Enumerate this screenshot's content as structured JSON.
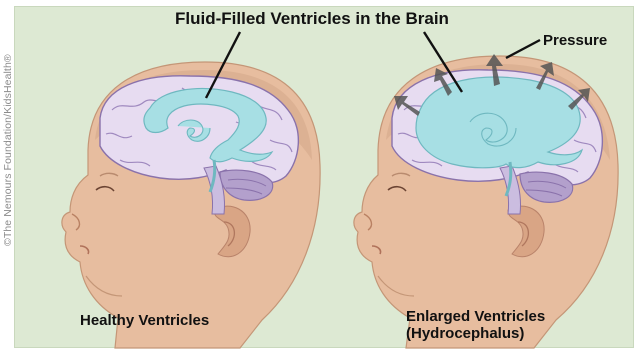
{
  "title": "Fluid-Filled Ventricles in the Brain",
  "pressure_label": "Pressure",
  "left_caption": "Healthy Ventricles",
  "right_caption_line1": "Enlarged Ventricles",
  "right_caption_line2": "(Hydrocephalus)",
  "credit": "©The Nemours Foundation/KidsHealth®",
  "colors": {
    "background": "#dde9d3",
    "skin": "#e7bd9f",
    "skin_shadow": "#d6a383",
    "scalp": "#d3a789",
    "brain": "#e7dcf1",
    "brain_outline": "#8a72ab",
    "ventricle": "#a7dfe4",
    "cerebellum": "#b3a0cc",
    "arrow": "#555555"
  }
}
